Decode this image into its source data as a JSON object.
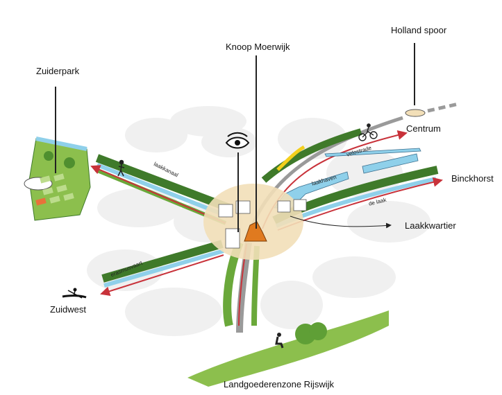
{
  "labels": {
    "zuiderpark": "Zuiderpark",
    "knoop_moerwijk": "Knoop Moerwijk",
    "holland_spoor": "Holland spoor",
    "centrum": "Centrum",
    "binckhorst": "Binckhorst",
    "laakkwartier": "Laakkwartier",
    "zuidwest": "Zuidwest",
    "landgoederenzone": "Landgoederenzone Rijswijk"
  },
  "route_labels": {
    "laakkanaal": "laakkanaal",
    "velostrade": "velostrade",
    "laakhaven": "laakhaven",
    "de_laak": "de laak",
    "erasmusvaart": "erasmusvaart"
  },
  "colors": {
    "water": "#8fd0ea",
    "green": "#6aa83a",
    "dark_green": "#3f7a2a",
    "red_route": "#c8323a",
    "node": "#e07a1f",
    "cloud": "#f0f0f0",
    "sand": "#f2dfb8",
    "rail": "#9a9a9a"
  },
  "icons": {
    "eye": "eye-icon",
    "cyclist": "cyclist-icon",
    "walker": "walker-icon",
    "rower": "rower-icon",
    "sitter": "person-sitting-icon"
  }
}
